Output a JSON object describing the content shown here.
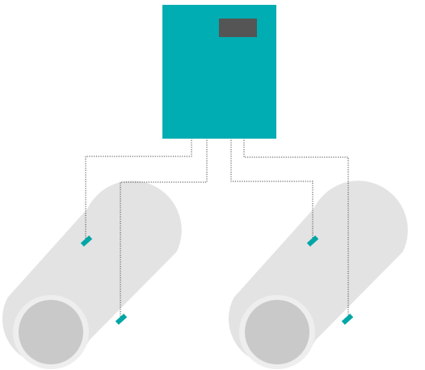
{
  "colors": {
    "meter_body": "#00adb2",
    "meter_display": "#555555",
    "pipe_body": "#e3e3e3",
    "pipe_end_rim": "#eeeeee",
    "pipe_end_face": "#c9c9c9",
    "transducer": "#00a6a6",
    "cable": "#444444"
  },
  "icons": {
    "meter": "flowmeter-transmitter-icon",
    "display": "lcd-display-icon",
    "pipe": "pipe-icon",
    "transducer": "clamp-on-transducer-icon"
  },
  "pipes": [
    {
      "name": "left-pipe",
      "transducers": 2
    },
    {
      "name": "right-pipe",
      "transducers": 2
    }
  ]
}
